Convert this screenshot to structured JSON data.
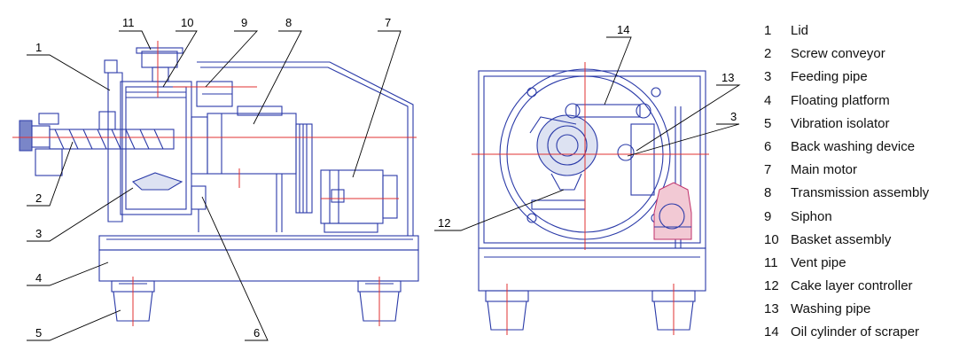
{
  "callouts": {
    "left": [
      "1",
      "2",
      "3",
      "4",
      "5",
      "6",
      "7",
      "8",
      "9",
      "10",
      "11"
    ],
    "right": [
      "12",
      "13",
      "14",
      "3"
    ]
  },
  "legend": [
    {
      "num": "1",
      "label": "Lid"
    },
    {
      "num": "2",
      "label": "Screw conveyor"
    },
    {
      "num": "3",
      "label": "Feeding pipe"
    },
    {
      "num": "4",
      "label": "Floating platform"
    },
    {
      "num": "5",
      "label": "Vibration isolator"
    },
    {
      "num": "6",
      "label": "Back washing device"
    },
    {
      "num": "7",
      "label": "Main motor"
    },
    {
      "num": "8",
      "label": "Transmission assembly"
    },
    {
      "num": "9",
      "label": "Siphon"
    },
    {
      "num": "10",
      "label": "Basket assembly"
    },
    {
      "num": "11",
      "label": "Vent pipe"
    },
    {
      "num": "12",
      "label": "Cake layer controller"
    },
    {
      "num": "13",
      "label": "Washing pipe"
    },
    {
      "num": "14",
      "label": "Oil cylinder of scraper"
    }
  ]
}
